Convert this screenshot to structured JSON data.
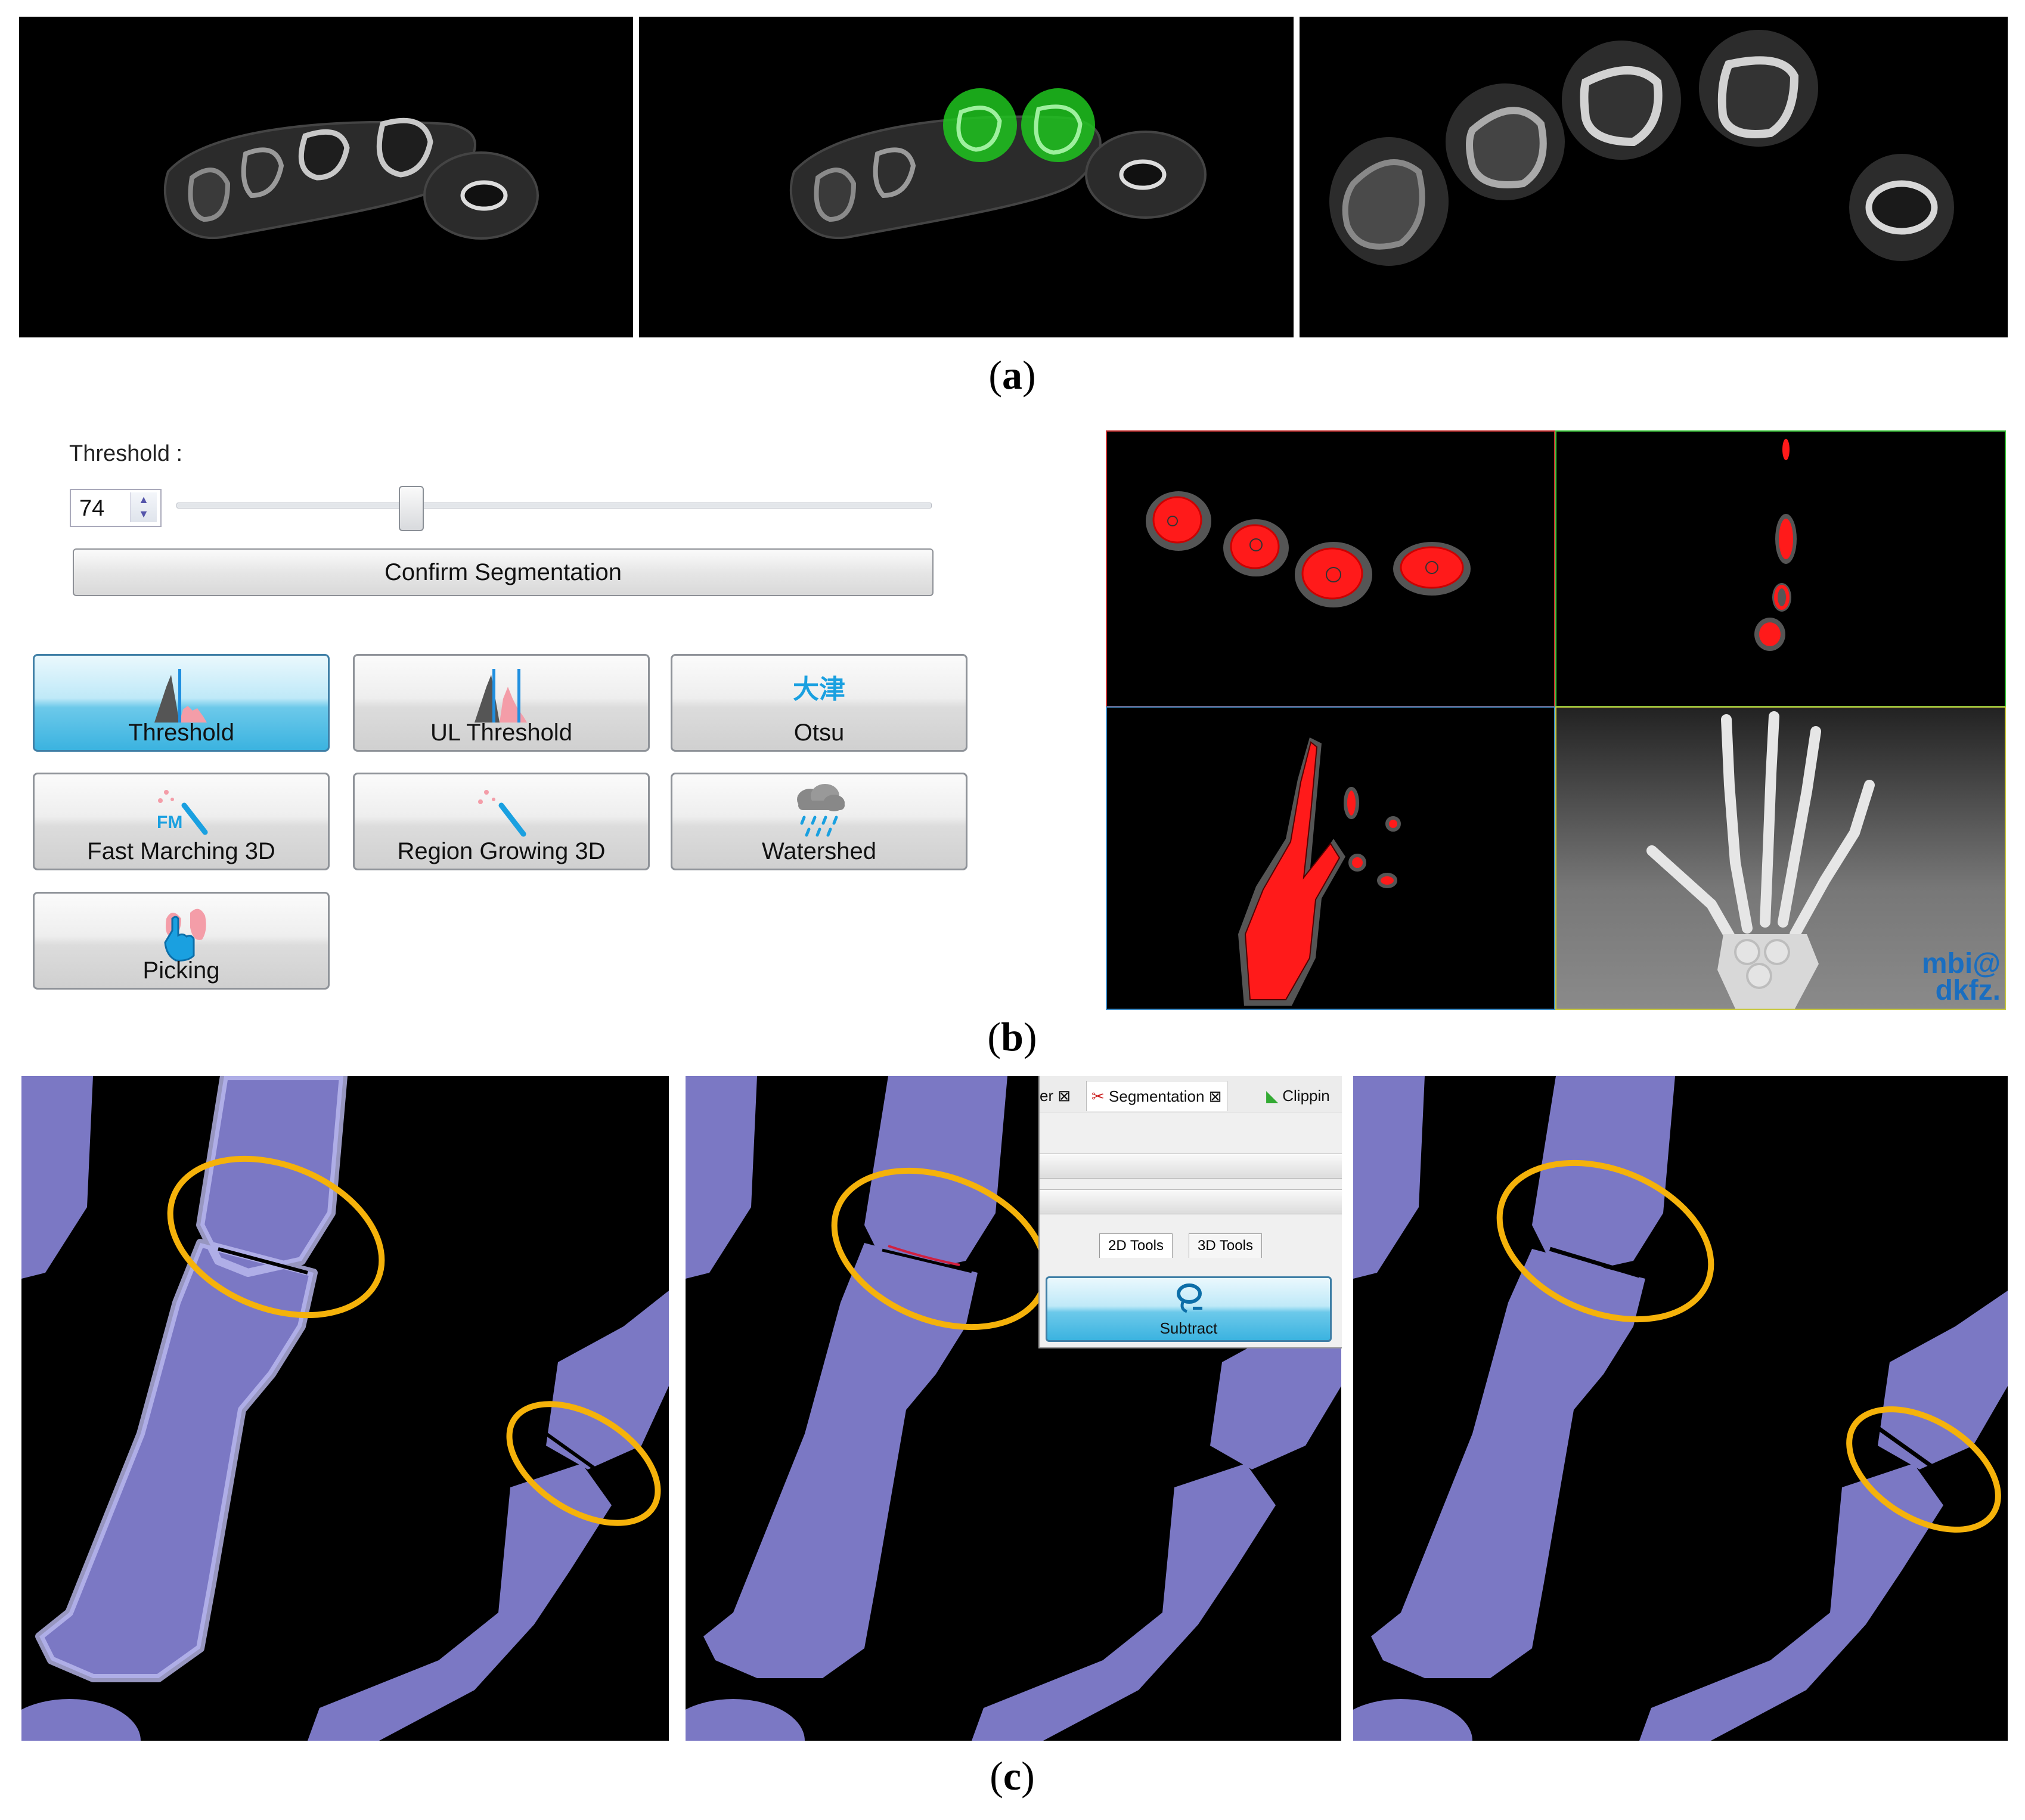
{
  "captions": {
    "a": "a",
    "b": "b",
    "c": "c"
  },
  "threshold_panel": {
    "label": "Threshold :",
    "value": "74",
    "slider_level": 0.31,
    "confirm_label": "Confirm Segmentation"
  },
  "tools": [
    {
      "label": "Threshold",
      "active": true,
      "icon": "threshold-histogram-icon"
    },
    {
      "label": "UL Threshold",
      "active": false,
      "icon": "ul-threshold-histogram-icon"
    },
    {
      "label": "Otsu",
      "active": false,
      "icon": "otsu-icon",
      "icon_text": "大津"
    },
    {
      "label": "Fast Marching 3D",
      "active": false,
      "icon": "fast-marching-icon",
      "icon_text": "FM"
    },
    {
      "label": "Region Growing 3D",
      "active": false,
      "icon": "magic-wand-icon"
    },
    {
      "label": "Watershed",
      "active": false,
      "icon": "rain-cloud-icon"
    },
    {
      "label": "Picking",
      "active": false,
      "icon": "hand-pointer-icon"
    }
  ],
  "viewer": {
    "logo_line1": "mbi@",
    "logo_line2": "dkfz."
  },
  "segmentation_view": {
    "tab_prev": "er",
    "tab_segmentation": "Segmentation",
    "tab_next": "Clippin",
    "subtab_2d": "2D Tools",
    "subtab_3d": "3D Tools",
    "subtract_label": "Subtract"
  },
  "colors": {
    "accent_blue": "#3bb3e0",
    "segmentation_red": "#ff1a1a",
    "highlight_orange": "#f5b20a",
    "bone_lavender": "#7b78c4",
    "green_overlay": "#1fc41f"
  }
}
